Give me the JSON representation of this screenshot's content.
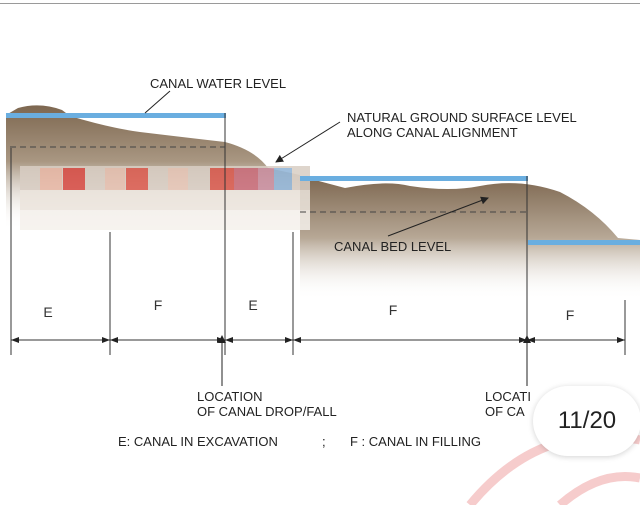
{
  "diagram": {
    "labels": {
      "water_level": "CANAL WATER LEVEL",
      "ground_surface_line1": "NATURAL GROUND SURFACE LEVEL",
      "ground_surface_line2": "ALONG CANAL ALIGNMENT",
      "bed_level": "CANAL BED LEVEL",
      "location1_line1": "LOCATION",
      "location1_line2": "OF CANAL  DROP/FALL",
      "location2_line1": "LOCATI",
      "location2_line2": "OF CA"
    },
    "segments": [
      "E",
      "F",
      "E",
      "F",
      "F"
    ],
    "legend": {
      "excavation": "E: CANAL IN EXCAVATION",
      "separator": ";",
      "filling": "F :  CANAL IN FILLING"
    }
  },
  "pager": {
    "text": "11/20"
  },
  "colors": {
    "water": "#6aaee0",
    "ground": "#8a7560",
    "accent_watermark": "#f3c9c9"
  }
}
